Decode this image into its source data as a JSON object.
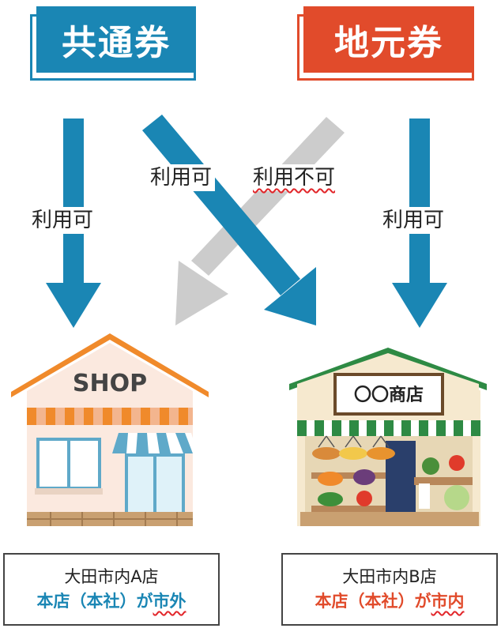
{
  "vouchers": {
    "common": "共通券",
    "local": "地元券"
  },
  "arrows": {
    "left_down": "利用可",
    "cross_left": "利用可",
    "cross_right": "利用不可",
    "right_down": "利用可"
  },
  "shop_a": {
    "sign": "SHOP"
  },
  "shop_b": {
    "sign": "〇〇商店"
  },
  "info_a": {
    "name": "大田市内A店",
    "hq_prefix": "本店（本社）が",
    "hq_location": "市外"
  },
  "info_b": {
    "name": "大田市内B店",
    "hq_prefix": "本店（本社）が",
    "hq_location": "市内"
  },
  "colors": {
    "common_blue": "#1a86b4",
    "local_red": "#e14b2b",
    "unavailable_gray": "#cccccc",
    "wavy_red": "#e2262a"
  }
}
